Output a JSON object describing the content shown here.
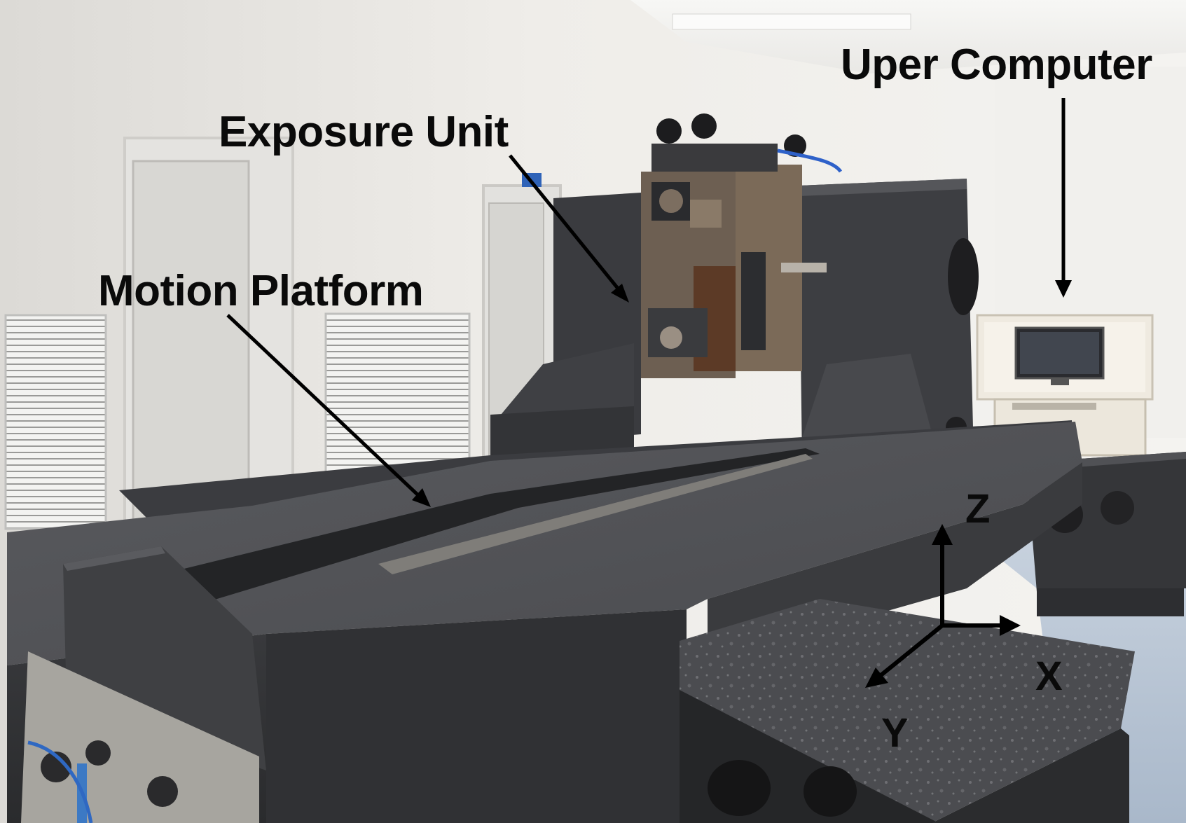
{
  "labels": {
    "exposure_unit": "Exposure Unit",
    "motion_platform": "Motion Platform",
    "upper_computer": "Uper Computer"
  },
  "axes": {
    "z": "Z",
    "x": "X",
    "y": "Y"
  },
  "colors": {
    "wall": "#eceae6",
    "granite": "#45464a",
    "granite_top": "#5a5b5f",
    "floor": "#b9c6d6",
    "label_text": "#0a0a0a",
    "arrow": "#000000",
    "steel": "#8a7a6a"
  }
}
